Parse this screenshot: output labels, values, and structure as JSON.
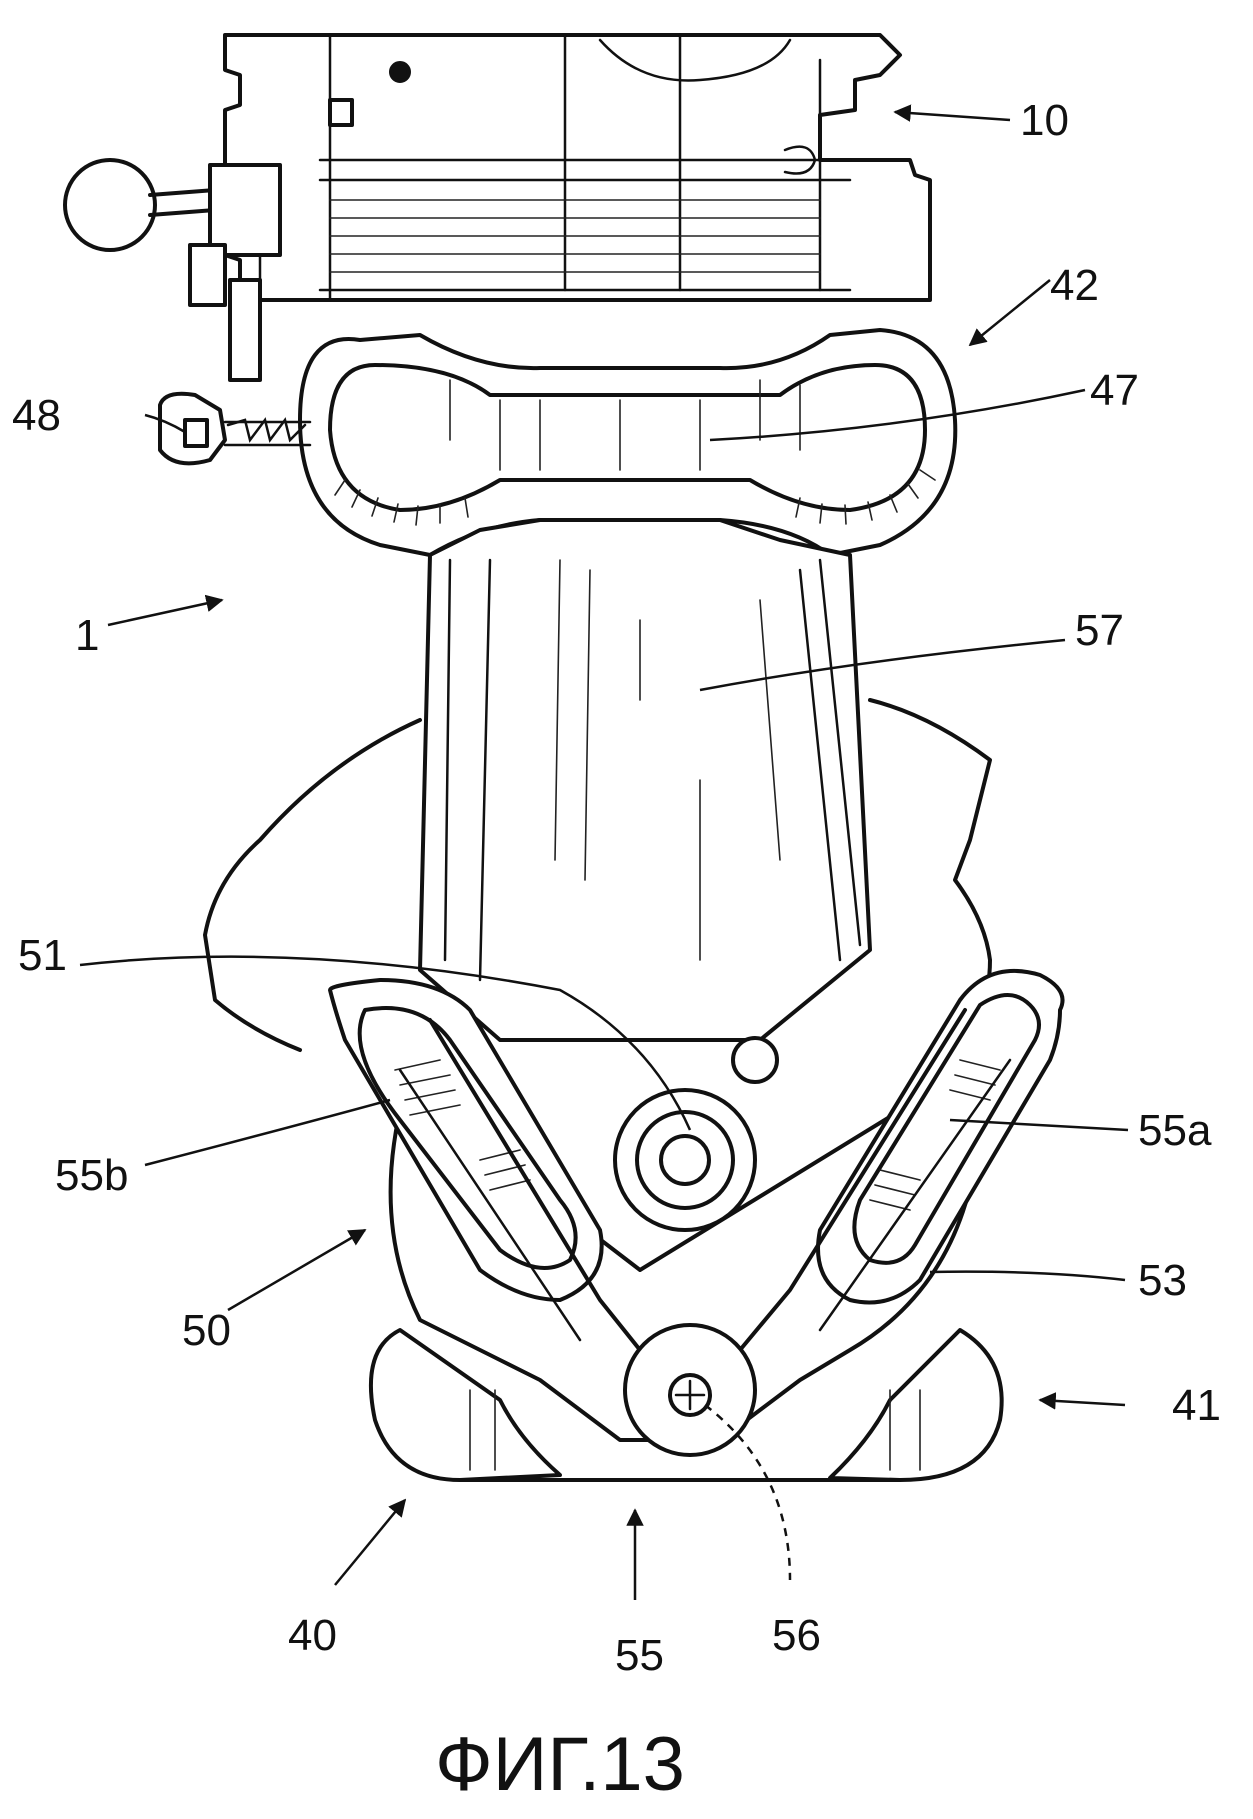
{
  "figure": {
    "caption": "ФИГ.13",
    "labels": {
      "l10": "10",
      "l42": "42",
      "l47": "47",
      "l48": "48",
      "l1": "1",
      "l57": "57",
      "l51": "51",
      "l55a": "55a",
      "l55b": "55b",
      "l53": "53",
      "l50": "50",
      "l41": "41",
      "l40": "40",
      "l55": "55",
      "l56": "56"
    }
  }
}
